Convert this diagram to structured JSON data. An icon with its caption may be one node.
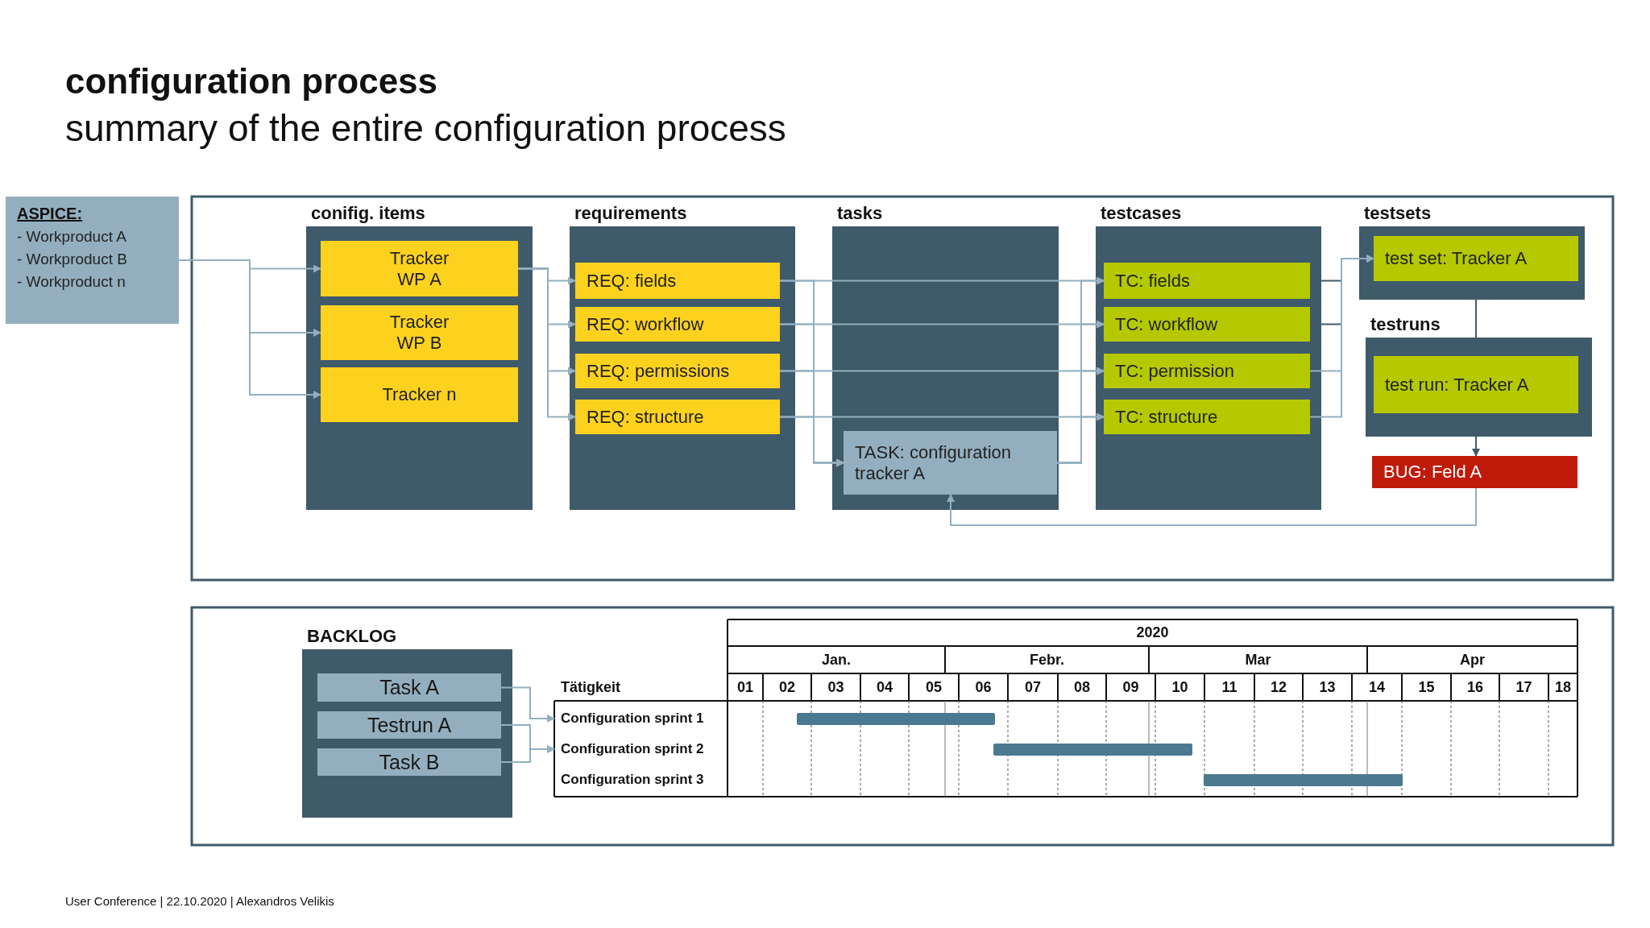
{
  "diagram": {
    "title": "configuration process",
    "nodes": [
      {
        "text": [
          "ASPICE:",
          "- Workproduct A",
          "- Workproduct B",
          "- Workproduct n"
        ]
      },
      {
        "text": [
          "conifig. items"
        ]
      },
      {
        "text": [
          "Tracker WP A"
        ],
        "in": 1
      },
      {
        "text": [
          "Tracker WP B"
        ],
        "in": 1
      },
      {
        "text": [
          "Tracker n"
        ],
        "in": 1
      },
      {
        "text": [
          "requirements"
        ]
      },
      {
        "text": [
          "REQ: fields"
        ],
        "in": 5
      },
      {
        "text": [
          "REQ: workflow"
        ],
        "in": 5
      },
      {
        "text": [
          "REQ: permissions"
        ],
        "in": 5
      },
      {
        "text": [
          "REQ: structure"
        ],
        "in": 5
      },
      {
        "text": [
          "tasks"
        ]
      },
      {
        "text": [
          "TASK: configuration tracker A"
        ],
        "in": 10
      },
      {
        "text": [
          "testcases"
        ]
      },
      {
        "text": [
          "TC: fields"
        ],
        "in": 12
      },
      {
        "text": [
          "TC: workflow"
        ],
        "in": 12
      },
      {
        "text": [
          "TC: permission"
        ],
        "in": 12
      },
      {
        "text": [
          "TC: structure"
        ],
        "in": 12
      },
      {
        "text": [
          "testsets"
        ]
      },
      {
        "text": [
          "test set: Tracker A"
        ],
        "in": 17
      },
      {
        "text": [
          "testruns"
        ]
      },
      {
        "text": [
          "test run: Tracker A"
        ],
        "in": 19
      },
      {
        "text": [
          "BUG: Feld A"
        ]
      },
      {
        "text": [
          "BACKLOG"
        ]
      },
      {
        "text": [
          "Task A"
        ],
        "in": 22
      },
      {
        "text": [
          "Testrun A"
        ],
        "in": 22
      },
      {
        "text": [
          "Task B"
        ],
        "in": 22
      },
      {
        "text": [
          "Configuration sprint 1"
        ]
      },
      {
        "text": [
          "Configuration sprint 2"
        ]
      }
    ],
    "edges": [
      {
        "from": 0,
        "to": 2,
        "arrow": "to"
      },
      {
        "from": 0,
        "to": 3,
        "arrow": "to"
      },
      {
        "from": 0,
        "to": 4,
        "arrow": "to"
      },
      {
        "from": 2,
        "to": 6,
        "arrow": "to"
      },
      {
        "from": 2,
        "to": 7,
        "arrow": "to"
      },
      {
        "from": 2,
        "to": 8,
        "arrow": "to"
      },
      {
        "from": 2,
        "to": 9,
        "arrow": "to"
      },
      {
        "from": 6,
        "to": 13,
        "arrow": "to"
      },
      {
        "from": 7,
        "to": 14,
        "arrow": "to"
      },
      {
        "from": 8,
        "to": 15,
        "arrow": "to"
      },
      {
        "from": 9,
        "to": 16,
        "arrow": "to"
      },
      {
        "from": 6,
        "to": 11,
        "arrow": "to"
      },
      {
        "from": 7,
        "to": 11,
        "arrow": "to"
      },
      {
        "from": 8,
        "to": 11,
        "arrow": "to"
      },
      {
        "from": 9,
        "to": 11,
        "arrow": "to"
      },
      {
        "from": 11,
        "to": 13,
        "arrow": "to"
      },
      {
        "from": 11,
        "to": 14,
        "arrow": "to"
      },
      {
        "from": 11,
        "to": 15,
        "arrow": "to"
      },
      {
        "from": 11,
        "to": 16,
        "arrow": "to"
      },
      {
        "from": 13,
        "to": 18,
        "arrow": "to",
        "color": "#3f5a6a"
      },
      {
        "from": 14,
        "to": 18,
        "arrow": "to",
        "color": "#3f5a6a"
      },
      {
        "from": 15,
        "to": 18,
        "arrow": "to"
      },
      {
        "from": 16,
        "to": 18,
        "arrow": "to"
      },
      {
        "from": 17,
        "to": 19,
        "arrow": "none",
        "color": "#3f5a6a"
      },
      {
        "from": 19,
        "to": 21,
        "arrow": "to",
        "color": "#3f5a6a"
      },
      {
        "from": 21,
        "to": 11,
        "arrow": "to"
      },
      {
        "from": 23,
        "to": 26,
        "arrow": "to"
      },
      {
        "from": 24,
        "to": 27,
        "arrow": "to"
      },
      {
        "from": 25,
        "to": 27,
        "arrow": "to"
      }
    ],
    "labels": [
      "summary of the entire configuration process",
      "2020",
      "Jan.",
      "Febr.",
      "Mar",
      "Apr",
      "Tätigkeit",
      "01",
      "02",
      "03",
      "04",
      "05",
      "06",
      "07",
      "08",
      "09",
      "10",
      "11",
      "12",
      "13",
      "14",
      "15",
      "16",
      "17",
      "18",
      "Configuration sprint 3",
      "User Conference | 22.10.2020 | Alexandros Velikis"
    ]
  }
}
